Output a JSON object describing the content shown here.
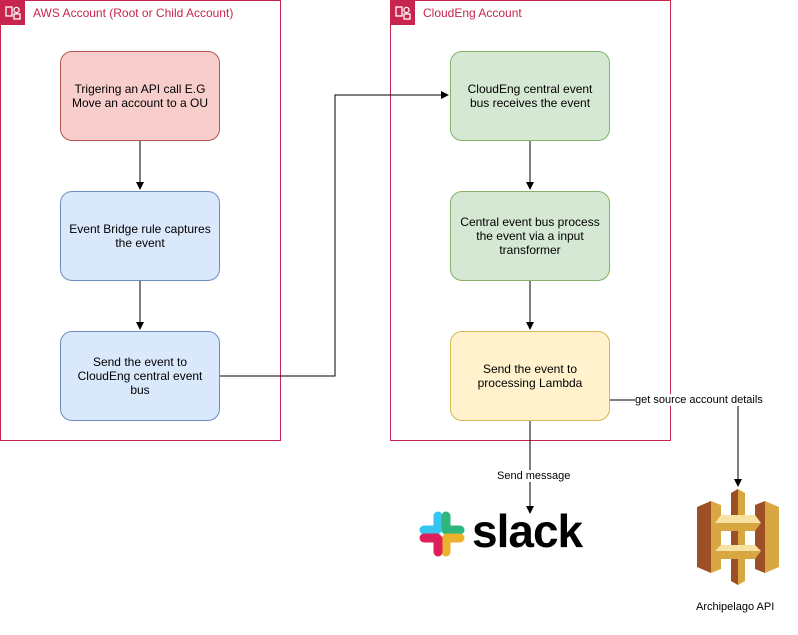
{
  "groups": {
    "aws_account": "AWS Account (Root or Child Account)",
    "cloudeng_account": "CloudEng Account"
  },
  "nodes": {
    "trigger": "Trigering an API call E.G Move an account to a OU",
    "eventbridge_rule": "Event Bridge rule captures the event",
    "send_to_bus": "Send the event to CloudEng central event bus",
    "bus_receives": "CloudEng central event bus receives the event",
    "bus_process": "Central event bus process the event via a input transformer",
    "send_to_lambda": "Send the event to processing Lambda"
  },
  "edges": {
    "send_message": "Send message",
    "get_details": "get source account details"
  },
  "logos": {
    "slack": "slack",
    "api_caption": "Archipelago API"
  },
  "colors": {
    "group_border": "#c7254e",
    "red_fill": "#f8cecc",
    "blue_fill": "#dae8fc",
    "green_fill": "#d5e8d4",
    "yellow_fill": "#fff2cc",
    "api_gold": "#d9a741"
  }
}
